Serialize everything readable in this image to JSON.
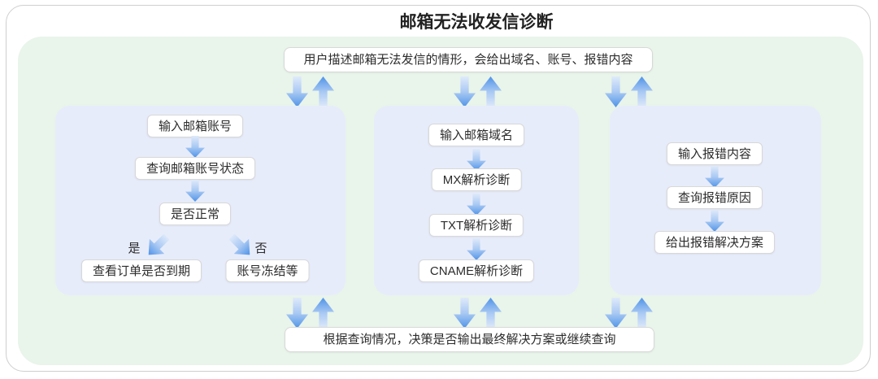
{
  "title": "邮箱无法收发信诊断",
  "user_input_box": {
    "label": "用户描述邮箱无法发信的情形，会给出域名、账号、报错内容"
  },
  "decision_box": {
    "label": "根据查询情况，决策是否输出最终解决方案或继续查询"
  },
  "account_flow": {
    "step_input": "输入邮箱账号",
    "step_query_status": "查询邮箱账号状态",
    "step_is_normal": "是否正常",
    "branch_yes_label": "是",
    "branch_no_label": "否",
    "result_yes": "查看订单是否到期",
    "result_no": "账号冻结等"
  },
  "domain_flow": {
    "step_input": "输入邮箱域名",
    "step_mx": "MX解析诊断",
    "step_txt": "TXT解析诊断",
    "step_cname": "CNAME解析诊断"
  },
  "error_flow": {
    "step_input": "输入报错内容",
    "step_query_reason": "查询报错原因",
    "step_solution": "给出报错解决方案"
  },
  "colors": {
    "canvas_green": "#e9f4ea",
    "panel_lavender": "#e7ecfb",
    "arrow_head_blue": "#4f93e8",
    "arrow_tail_blue": "#dfeafa"
  }
}
